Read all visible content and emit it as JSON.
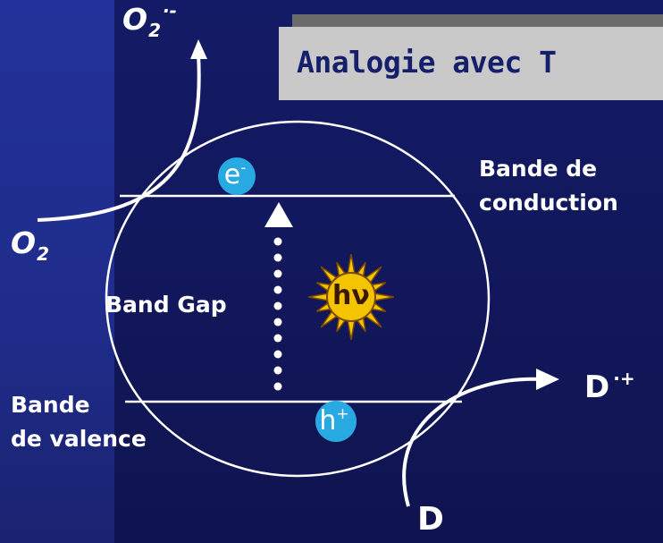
{
  "title": "Analogie avec T",
  "labels": {
    "o2_radical": "O",
    "o2_radical_sub": "2",
    "o2_radical_charge": "·-",
    "o2": "O",
    "o2_sub": "2",
    "conduction_band_line1": "Bande de",
    "conduction_band_line2": "conduction",
    "valence_band_line1": "Bande",
    "valence_band_line2": "de valence",
    "band_gap": "Band Gap",
    "photon": "hν",
    "electron": "e",
    "electron_charge": "-",
    "hole": "h",
    "hole_charge": "+",
    "donor": "D",
    "donor_radical": "D",
    "donor_radical_charge": "·+"
  },
  "colors": {
    "background": "#13195c",
    "background_left": "#23329a",
    "title_box": "#c9c9c9",
    "title_text": "#16206a",
    "carrier_fill": "#29a9e1",
    "sun_fill": "#f5c400",
    "sun_stroke": "#7a4a00",
    "lines": "#ffffff"
  }
}
